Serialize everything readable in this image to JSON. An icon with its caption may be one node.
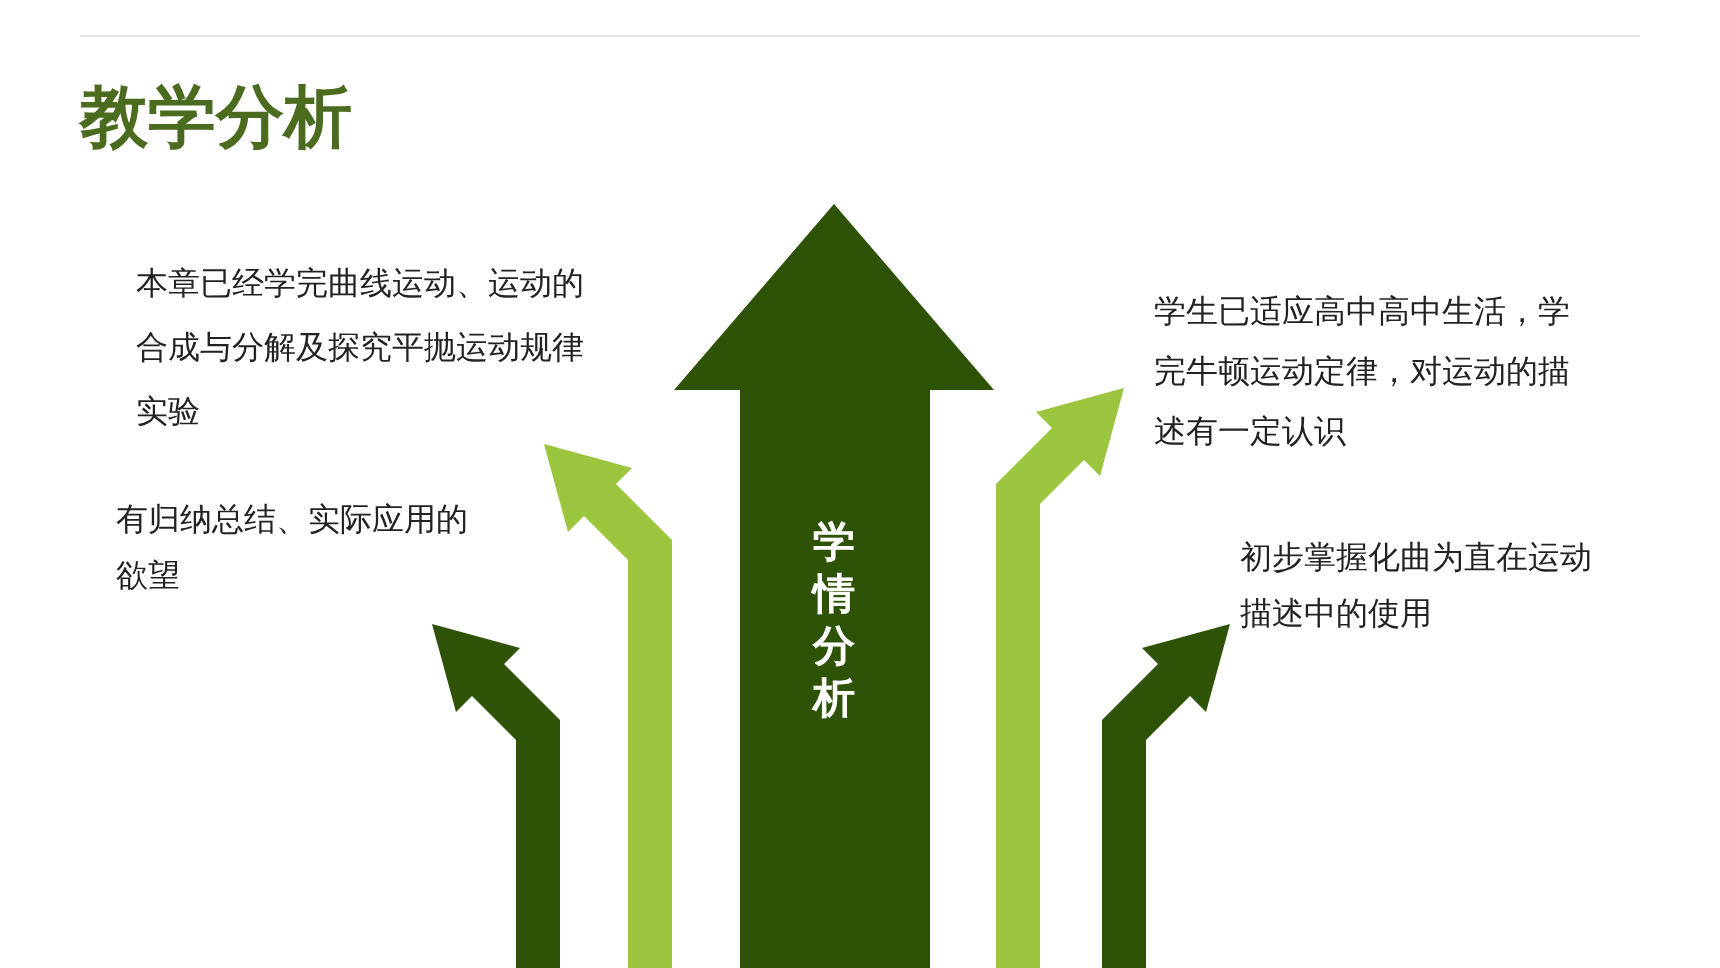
{
  "diagram": {
    "title": "教学分析",
    "nodes": [
      {
        "text": [
          "学情分析"
        ]
      }
    ],
    "labels": [
      "本章已经学完曲线运动、运动的合成与分解及探究平抛运动规律实验",
      "学生已适应高中高中生活，学完牛顿运动定律，对运动的描述有一定认识",
      "有归纳总结、实际应用的欲望",
      "初步掌握化曲为直在运动描述中的使用"
    ]
  }
}
